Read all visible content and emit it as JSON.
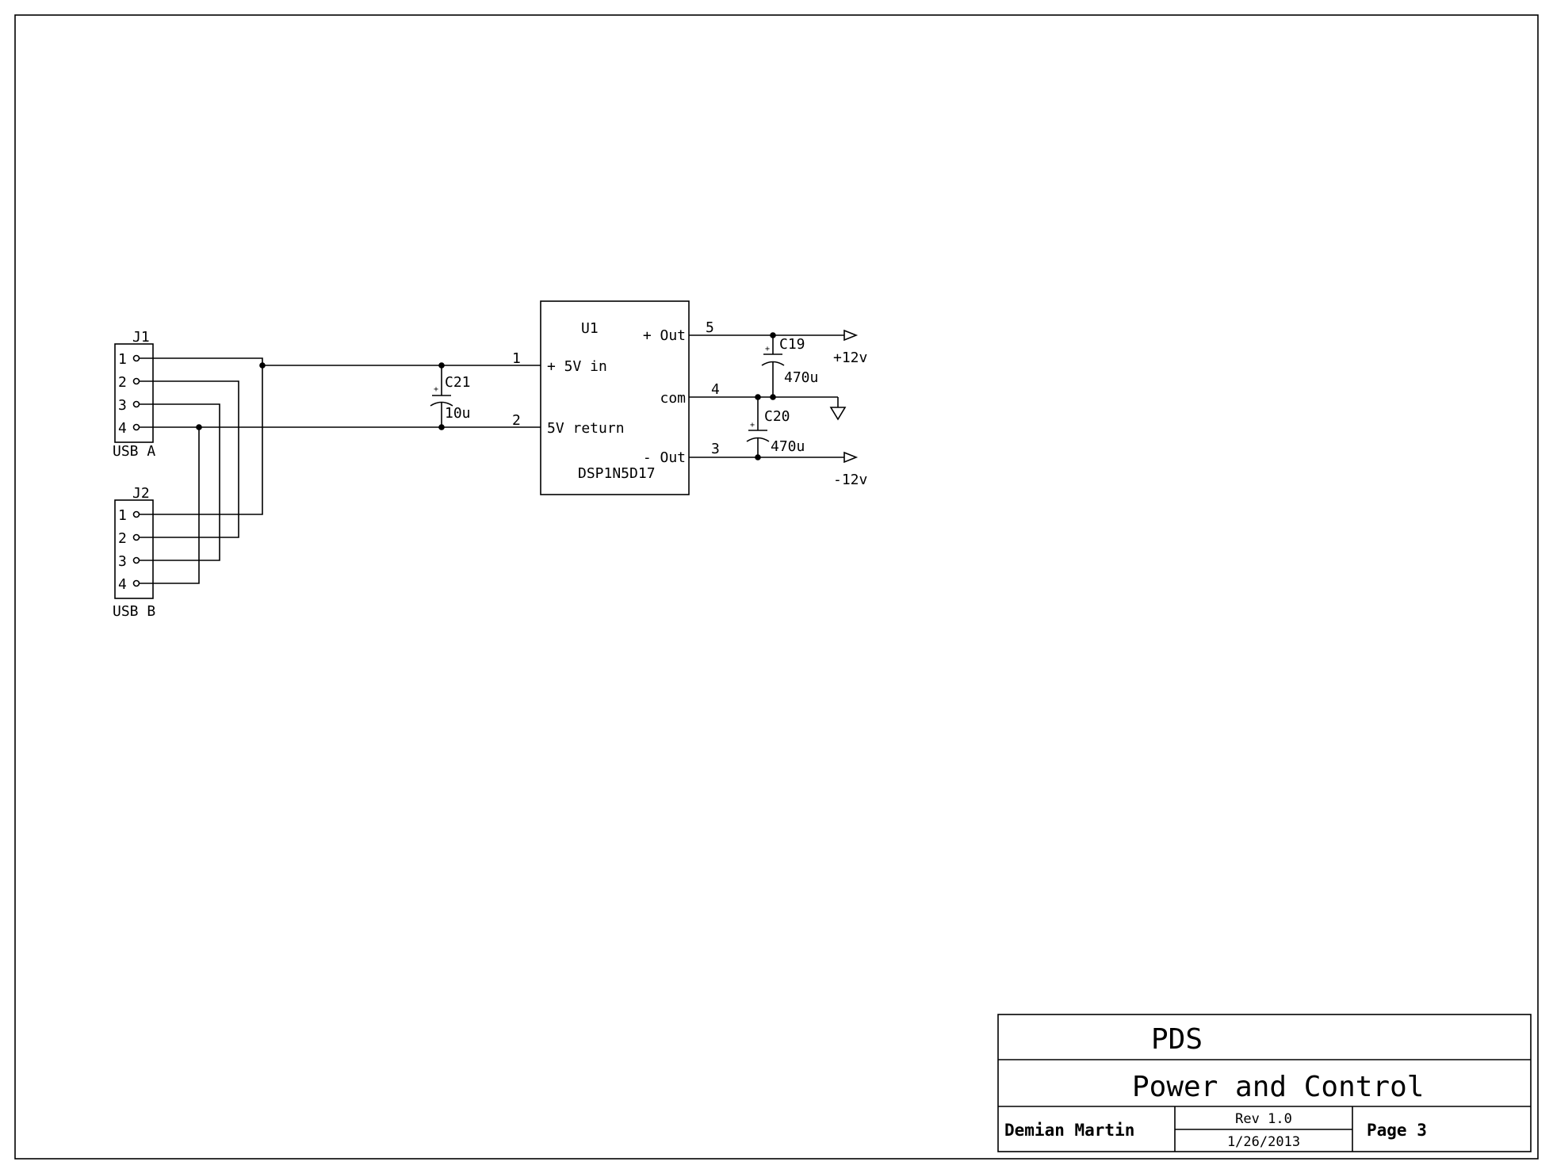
{
  "schematic": {
    "j1": {
      "ref": "J1",
      "name": "USB A",
      "pins": [
        "1",
        "2",
        "3",
        "4"
      ]
    },
    "j2": {
      "ref": "J2",
      "name": "USB B",
      "pins": [
        "1",
        "2",
        "3",
        "4"
      ]
    },
    "u1": {
      "ref": "U1",
      "part": "DSP1N5D17",
      "pin_labels": {
        "vin": "+ 5V in",
        "ret": "5V return",
        "pout": "+ Out",
        "com": "com",
        "nout": "- Out"
      },
      "pin_numbers": {
        "vin": "1",
        "ret": "2",
        "pout": "5",
        "com": "4",
        "nout": "3"
      }
    },
    "c21": {
      "ref": "C21",
      "value": "10u"
    },
    "c19": {
      "ref": "C19",
      "value": "470u"
    },
    "c20": {
      "ref": "C20",
      "value": "470u"
    },
    "rails": {
      "pos": "+12v",
      "neg": "-12v"
    }
  },
  "title_block": {
    "project": "PDS",
    "title": "Power and Control",
    "author": "Demian Martin",
    "rev": "Rev 1.0",
    "date": "1/26/2013",
    "page": "Page 3"
  }
}
